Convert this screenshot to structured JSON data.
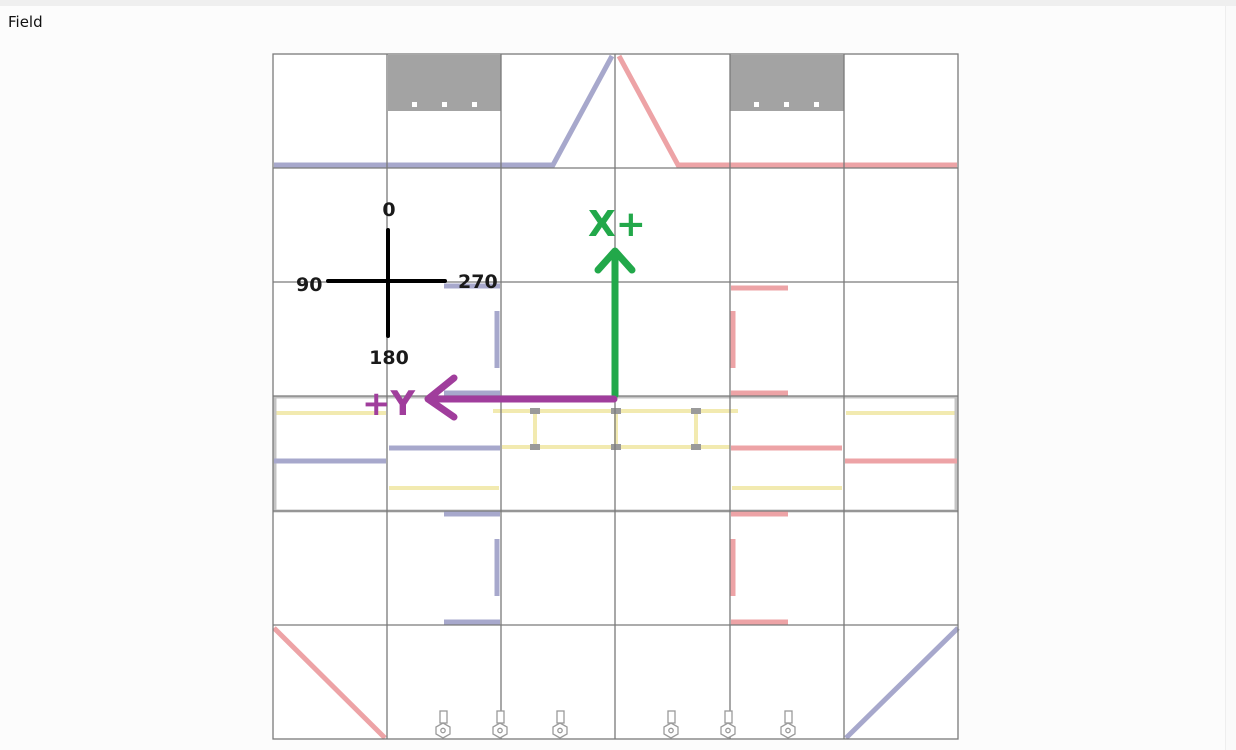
{
  "page": {
    "title": "Field"
  },
  "compass": {
    "north": "0",
    "west": "90",
    "east": "270",
    "south": "180"
  },
  "axes": {
    "x_label": "X+",
    "y_label": "+Y"
  },
  "colors": {
    "blue_alliance": "#a7a8cc",
    "red_alliance": "#eda3a6",
    "yellow_lines": "#f2eab0",
    "x_axis_arrow": "#22a84a",
    "y_axis_arrow": "#a03d9c",
    "grid": "#7a7a7a",
    "backdrop": "#a0a0a0"
  }
}
